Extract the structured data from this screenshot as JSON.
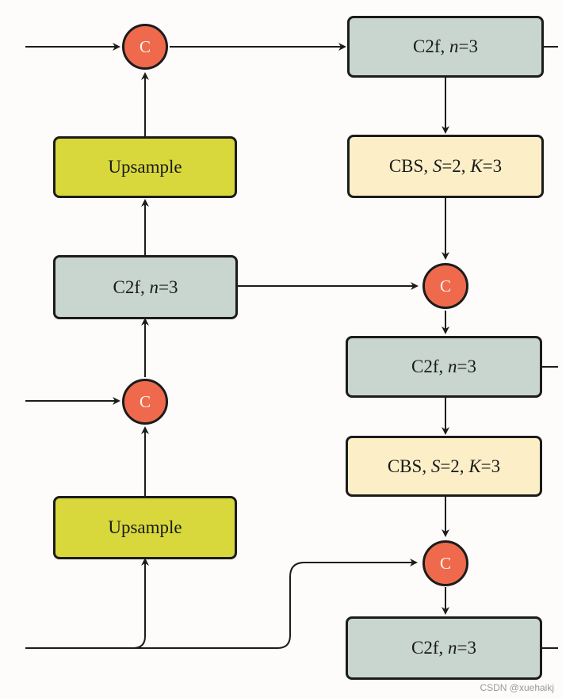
{
  "nodes": {
    "concat_top_left": "C",
    "c2f_top_right": {
      "name": "C2f,",
      "param": "n",
      "value": "=3"
    },
    "upsample_upper": "Upsample",
    "cbs_upper": {
      "name": "CBS,",
      "p1": "S",
      "v1": "=2,",
      "p2": "K",
      "v2": "=3"
    },
    "c2f_mid_left": {
      "name": "C2f,",
      "param": "n",
      "value": "=3"
    },
    "concat_mid_right": "C",
    "c2f_mid_right": {
      "name": "C2f,",
      "param": "n",
      "value": "=3"
    },
    "concat_lower_left": "C",
    "cbs_lower": {
      "name": "CBS,",
      "p1": "S",
      "v1": "=2,",
      "p2": "K",
      "v2": "=3"
    },
    "upsample_lower": "Upsample",
    "concat_bottom_right": "C",
    "c2f_bottom_right": {
      "name": "C2f,",
      "param": "n",
      "value": "=3"
    }
  },
  "watermark": "CSDN @xuehaikj",
  "colors": {
    "c2f": "#c8d6cf",
    "cbs": "#fcefc8",
    "upsample": "#d8d83c",
    "concat": "#ef6a4d",
    "line": "#1c1c1c"
  }
}
